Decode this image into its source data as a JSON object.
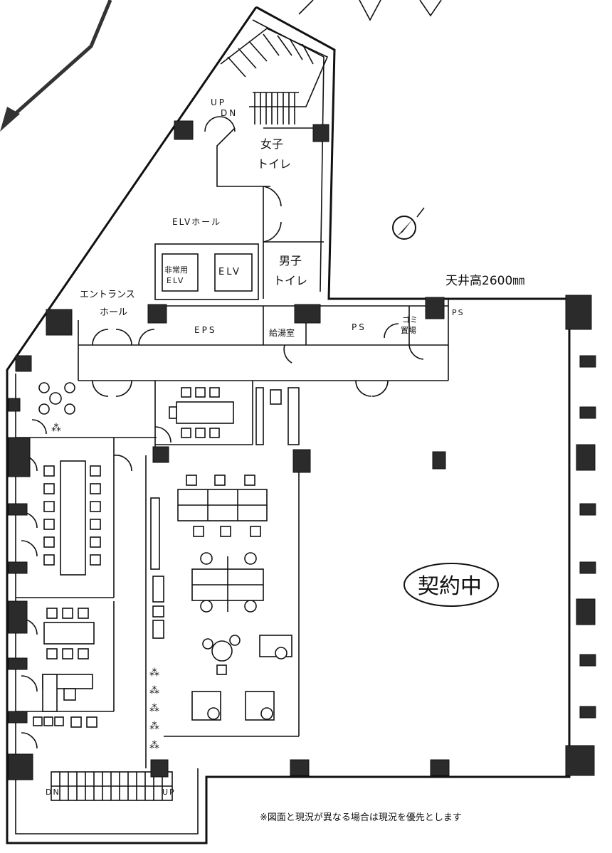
{
  "labels": {
    "up_top": "UP",
    "dn_top": "DN",
    "womens_toilet_1": "女子",
    "womens_toilet_2": "トイレ",
    "mens_toilet_1": "男子",
    "mens_toilet_2": "トイレ",
    "elv_hall": "ELVホール",
    "emergency_elv_1": "非常用",
    "emergency_elv_2": "ELV",
    "elv": "ELV",
    "entrance_hall_1": "エントランス",
    "entrance_hall_2": "ホール",
    "eps": "EPS",
    "kyutoshitsu": "給湯室",
    "ps_center": "PS",
    "garbage_1": "ゴミ",
    "garbage_2": "置場",
    "ps_right": "PS",
    "ceiling_height": "天井高2600㎜",
    "contracted": "契約中",
    "dn_bottom": "DN",
    "up_bottom": "UP",
    "footnote": "※図面と現況が異なる場合は現況を優先とします"
  },
  "icons": {
    "compass": "compass-icon",
    "plant": "plant-icon",
    "arrow": "direction-arrow-icon"
  }
}
